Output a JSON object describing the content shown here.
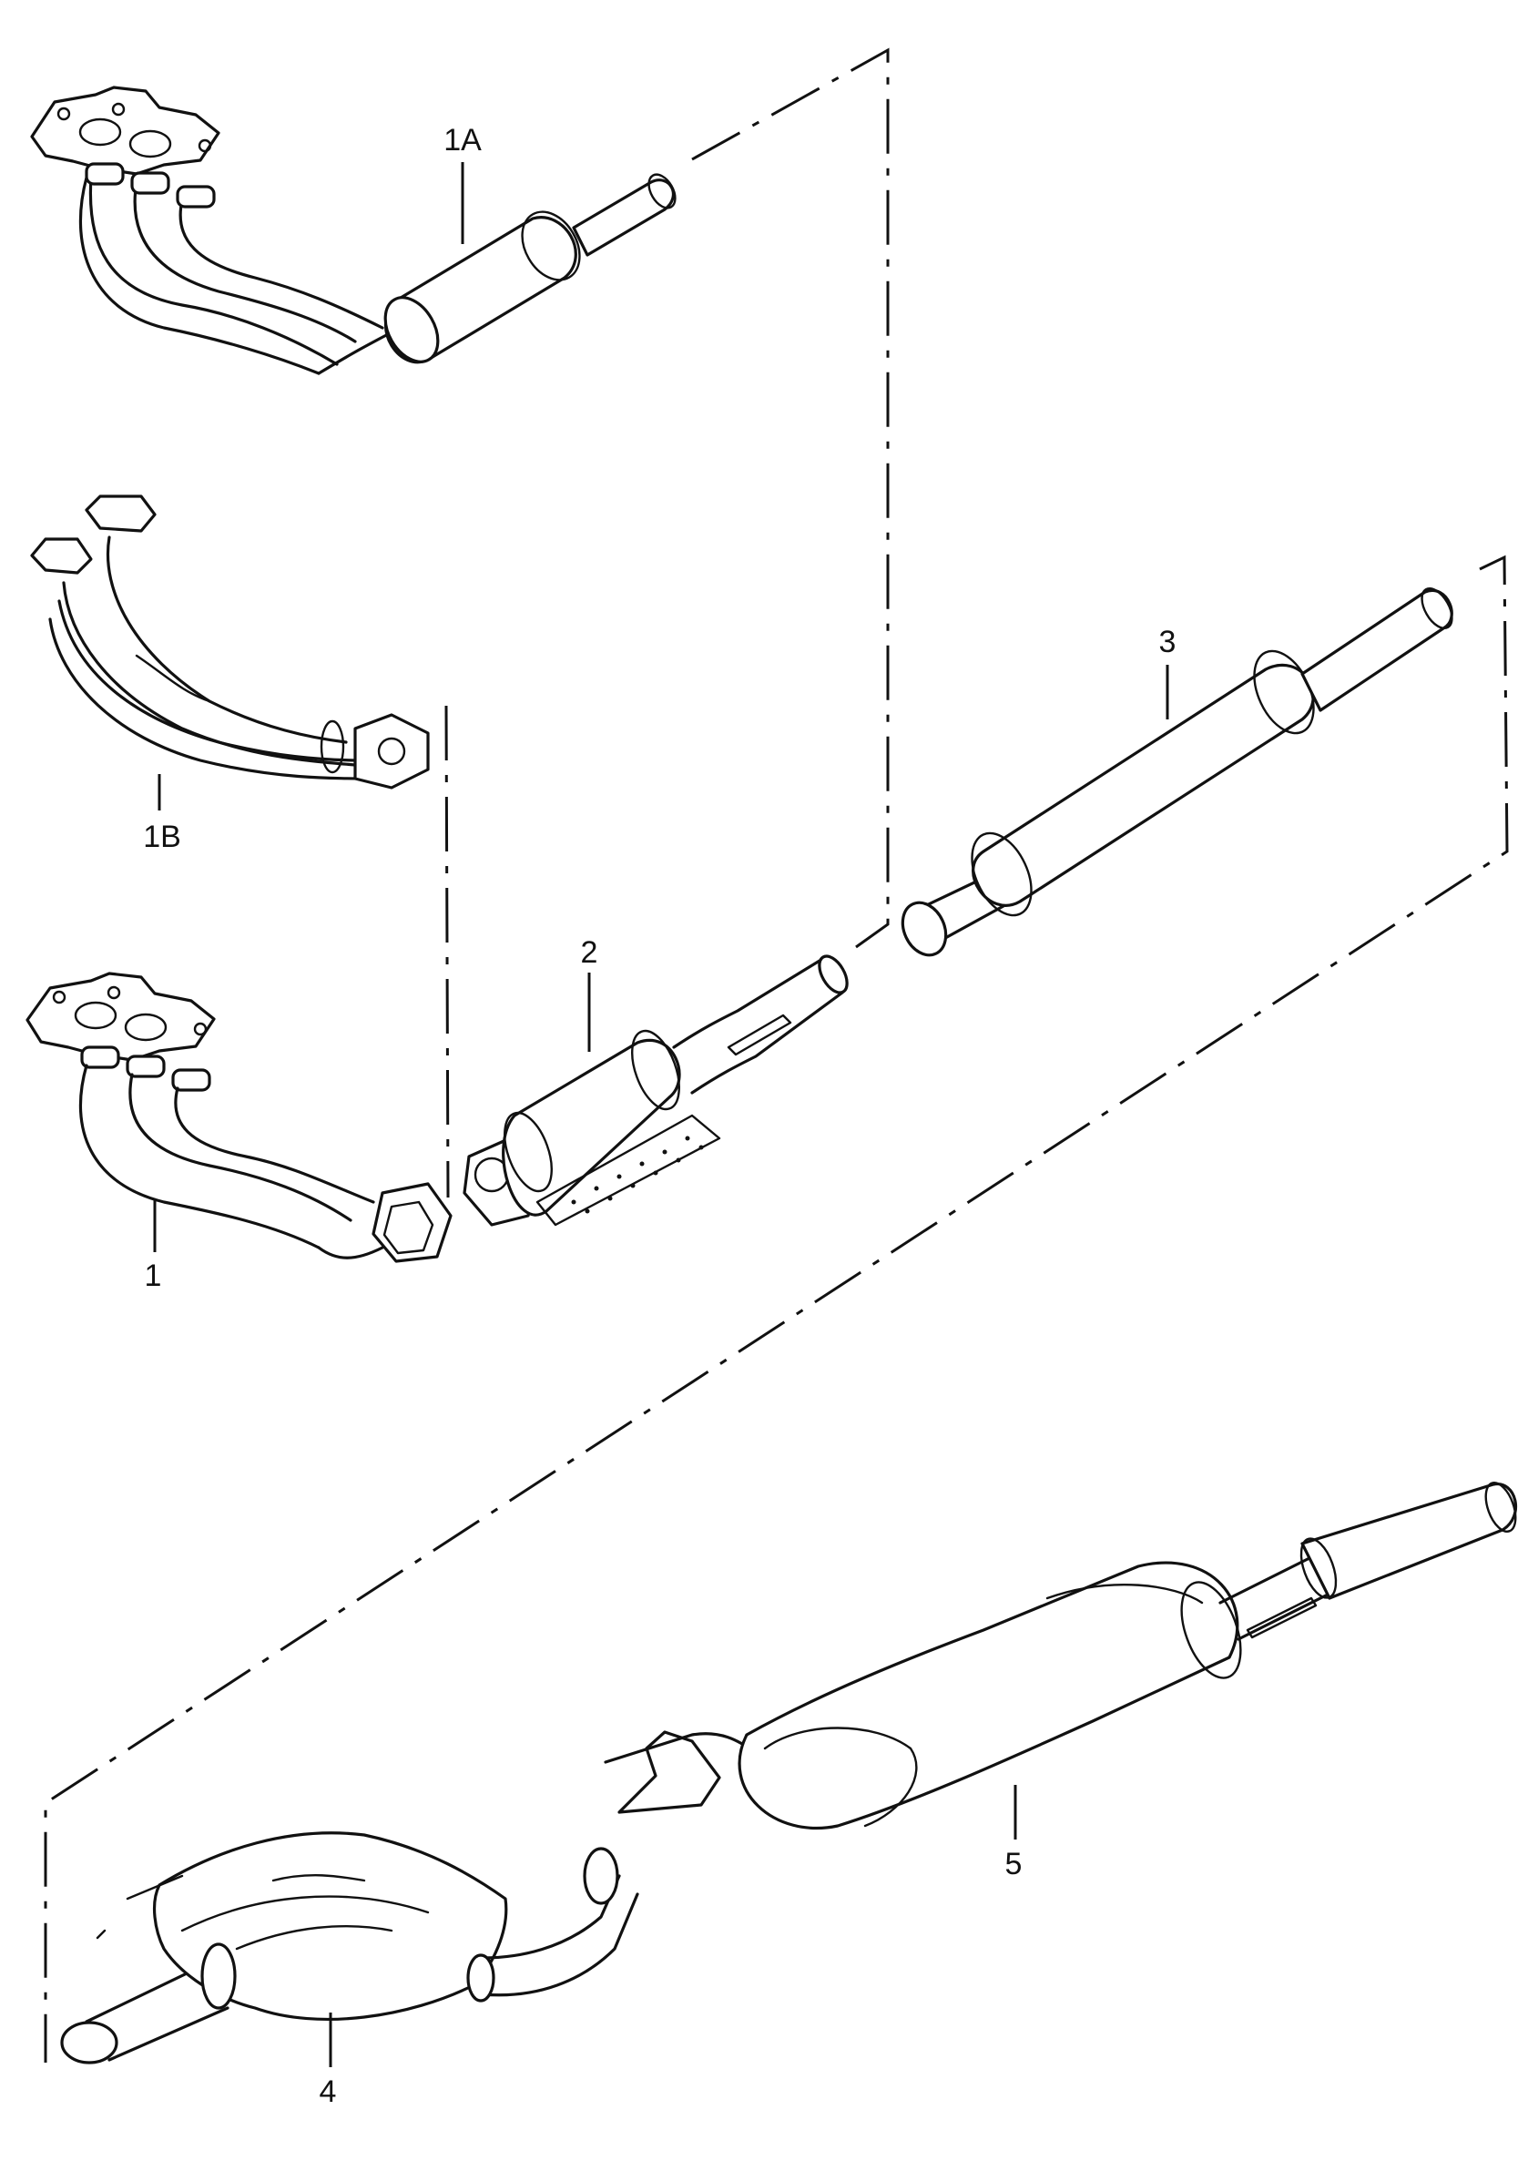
{
  "parts": [
    {
      "id": "1A",
      "label": "1A"
    },
    {
      "id": "1B",
      "label": "1B"
    },
    {
      "id": "1",
      "label": "1"
    },
    {
      "id": "2",
      "label": "2"
    },
    {
      "id": "3",
      "label": "3"
    },
    {
      "id": "4",
      "label": "4"
    },
    {
      "id": "5",
      "label": "5"
    }
  ]
}
